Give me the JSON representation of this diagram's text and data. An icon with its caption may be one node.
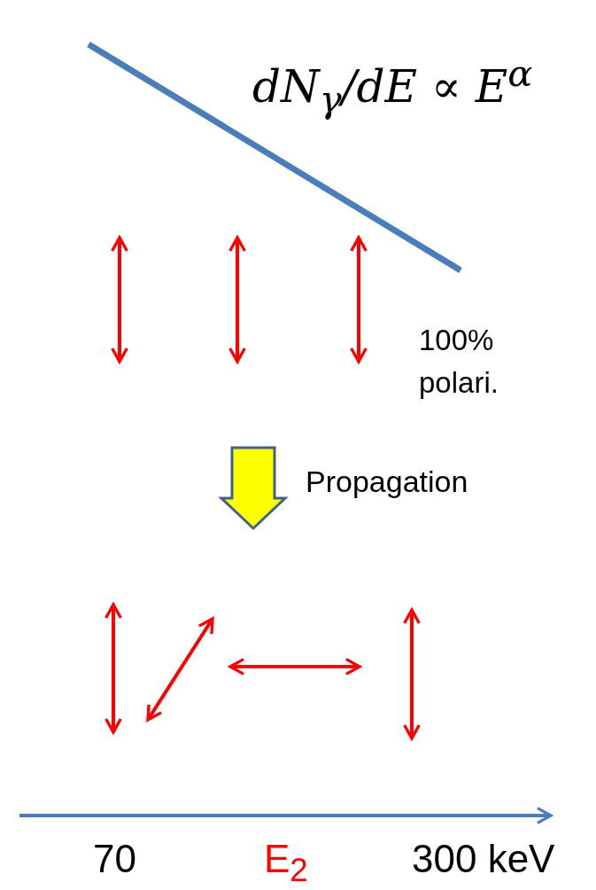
{
  "diagram": {
    "labels": [
      "dN$_{γ}$/dE ∝ E$^{α}$",
      "100% polari.",
      "Propagation",
      "70",
      "E$_{2}$",
      "300 keV"
    ]
  }
}
